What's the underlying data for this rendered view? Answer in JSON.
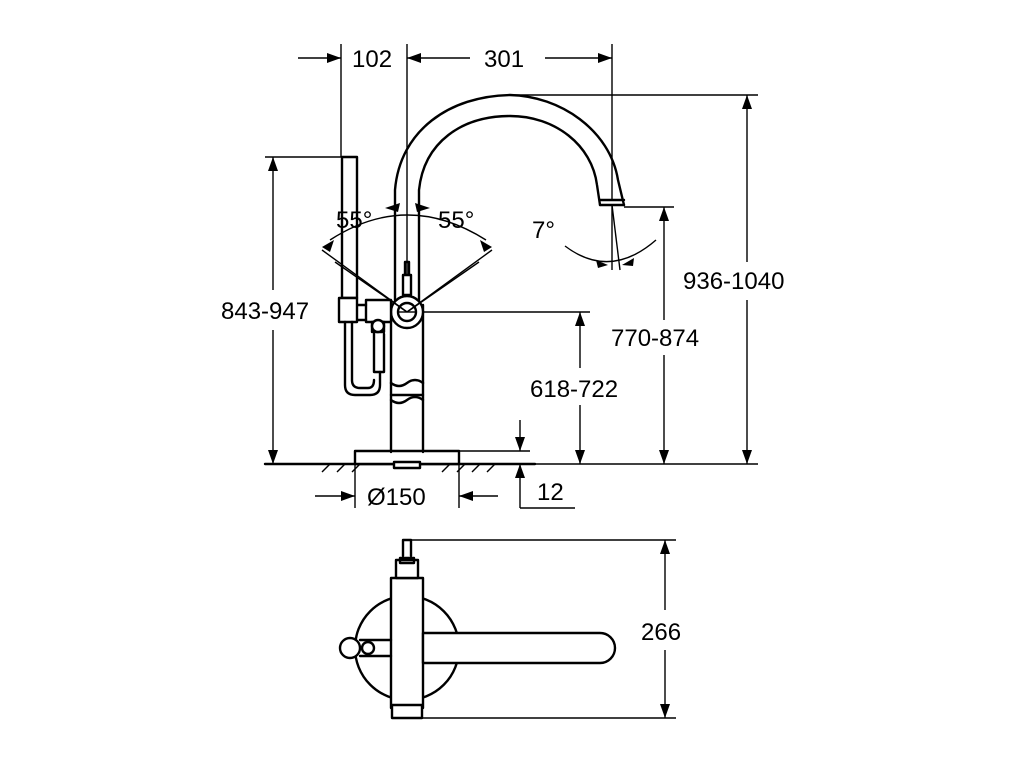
{
  "dimensions": {
    "handshower_offset": "102",
    "spout_reach": "301",
    "left_rotation": "55°",
    "right_rotation": "55°",
    "spout_tilt": "7°",
    "handshower_height": "843-947",
    "total_height": "936-1040",
    "spout_outlet_height": "770-874",
    "handle_height": "618-722",
    "base_diameter": "Ø150",
    "base_thickness": "12",
    "plan_depth": "266"
  }
}
